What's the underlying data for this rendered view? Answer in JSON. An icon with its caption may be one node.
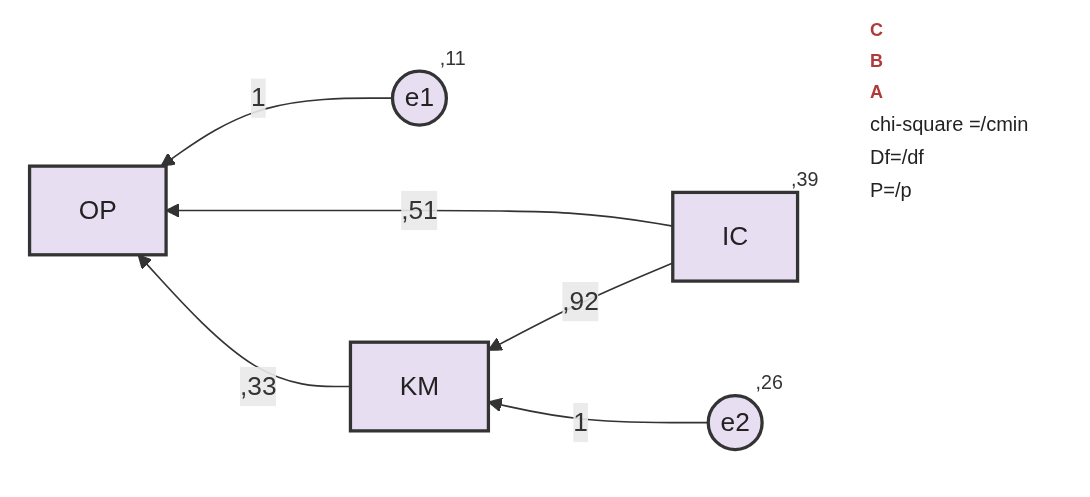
{
  "diagram": {
    "nodes": [
      {
        "text": [
          "e1"
        ],
        "beside": [
          ",11"
        ]
      },
      {
        "text": [
          "OP"
        ]
      },
      {
        "text": [
          "IC"
        ],
        "beside": [
          ",39"
        ]
      },
      {
        "text": [
          "KM"
        ]
      },
      {
        "text": [
          "e2"
        ],
        "beside": [
          ",26"
        ]
      }
    ],
    "edges": [
      {
        "from": 0,
        "to": 1,
        "arrow": "to",
        "label": "1"
      },
      {
        "from": 2,
        "to": 1,
        "arrow": "to",
        "label": ",51"
      },
      {
        "from": 3,
        "to": 1,
        "arrow": "to",
        "label": ",33"
      },
      {
        "from": 2,
        "to": 3,
        "arrow": "to",
        "label": ",92"
      },
      {
        "from": 4,
        "to": 3,
        "arrow": "to",
        "label": "1"
      }
    ],
    "labels": [
      "C",
      "B",
      "A",
      "chi-square =/cmin",
      "Df=/df",
      "P=/p"
    ]
  }
}
